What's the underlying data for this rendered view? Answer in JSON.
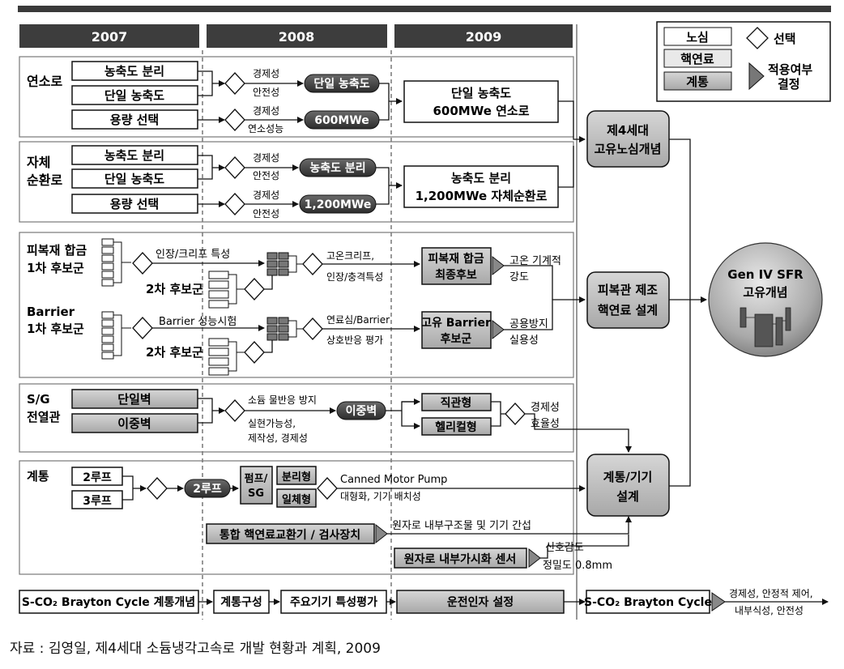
{
  "years": [
    "2007",
    "2008",
    "2009"
  ],
  "legend": {
    "core": "노심",
    "fuel": "핵연료",
    "system": "계통",
    "select": "선택",
    "decide_1": "적용여부",
    "decide_2": "결정"
  },
  "sections": {
    "reactor": "연소로",
    "selfcirc_1": "자체",
    "selfcirc_2": "순환로",
    "cladding_1": "피복재 합금",
    "cladding_2": "1차 후보군",
    "barrier_1": "Barrier",
    "barrier_2": "1차 후보군",
    "sg_1": "S/G",
    "sg_2": "전열관",
    "system": "계통"
  },
  "boxes": {
    "enrich_sep": "농축도 분리",
    "single_enrich": "단일 농축도",
    "capacity_sel": "용량 선택",
    "single_wall": "단일벽",
    "double_wall": "이중벽",
    "loop2": "2루프",
    "loop3": "3루프",
    "pump_sg_1": "펌프/",
    "pump_sg_2": "SG",
    "separate": "분리형",
    "integrated": "일체형",
    "refuel": "통합 핵연료교환기 / 검사장치",
    "sensor": "원자로 내부가시화 센서",
    "sco2_concept": "S-CO₂ Brayton Cycle 계통개념",
    "system_config": "계통구성",
    "equip_eval": "주요기기 특성평가",
    "op_param": "운전인자 설정",
    "sco2_cycle": "S-CO₂ Brayton Cycle",
    "straight": "직관형",
    "helical": "헬리컬형",
    "clad_final_1": "피복재 합금",
    "clad_final_2": "최종후보",
    "barrier_final_1": "고유 Barrier",
    "barrier_final_2": "후보군",
    "burner_final_1": "단일 농축도",
    "burner_final_2": "600MWe 연소로",
    "selfcirc_final_1": "농축도 분리",
    "selfcirc_final_2": "1,200MWe 자체순환로",
    "gen4_core_1": "제4세대",
    "gen4_core_2": "고유노심개념",
    "clad_fuel_1": "피복관 제조",
    "clad_fuel_2": "핵연료 설계",
    "sys_equip_1": "계통/기기",
    "sys_equip_2": "설계",
    "sfr_1": "Gen IV SFR",
    "sfr_2": "고유개념"
  },
  "pills": {
    "single_enrich": "단일 농축도",
    "mwe600": "600MWe",
    "enrich_sep": "농축도 분리",
    "mwe1200": "1,200MWe",
    "double_wall": "이중벽",
    "loop2": "2루프"
  },
  "labels": {
    "economy": "경제성",
    "safety": "안전성",
    "combustion": "연소성능",
    "tensile_creep": "인장/크리프 특성",
    "secondary": "2차 후보군",
    "barrier_test": "Barrier 성능시험",
    "high_temp_creep": "고온크리프,",
    "tensile_impact": "인장/충격특성",
    "fuel_barrier": "연료심/Barrier",
    "interaction": "상호반응 평가",
    "high_temp_mech": "고온 기계적",
    "strength": "강도",
    "diffusion": "공용방지",
    "practicality": "실용성",
    "sodium_water": "소듐 물반응 방지",
    "feasibility": "실현가능성,",
    "manufact": "제작성, 경제성",
    "sg_economy": "경제성",
    "efficiency": "효율성",
    "canned": "Canned Motor Pump",
    "enlarge": "대형화, 기기 배치성",
    "interference": "원자로 내부구조물 및 기기 간섭",
    "sensitivity": "신호감도",
    "precision": "정밀도 0.8mm",
    "econ_stable": "경제성, 안정적 제어,",
    "corrosion": "내부식성, 안전성"
  },
  "caption": "자료 : 김영일, 제4세대 소듐냉각고속로 개발 현황과 계획, 2009"
}
